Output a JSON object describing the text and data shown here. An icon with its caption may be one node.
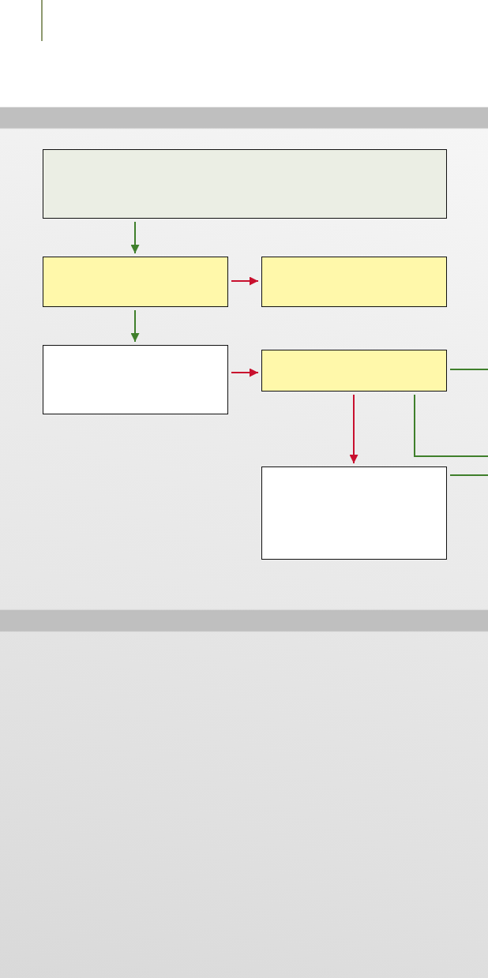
{
  "diagram": {
    "nodes": [
      {
        "text": [],
        "shape": "bar"
      },
      {
        "text": [],
        "shape": "box"
      },
      {
        "text": [],
        "shape": "box"
      },
      {
        "text": [],
        "shape": "box"
      },
      {
        "text": [],
        "shape": "box"
      },
      {
        "text": [],
        "shape": "box"
      },
      {
        "text": [],
        "shape": "box"
      },
      {
        "text": [],
        "shape": "bar"
      }
    ],
    "edges": [
      {
        "from": 1,
        "to": 2,
        "arrow": "to"
      },
      {
        "from": 2,
        "to": 3,
        "arrow": "to",
        "color": "#c8102e"
      },
      {
        "from": 2,
        "to": 4,
        "arrow": "to"
      },
      {
        "from": 4,
        "to": 5,
        "arrow": "to",
        "color": "#c8102e"
      },
      {
        "from": 5,
        "to": 6,
        "arrow": "to",
        "color": "#c8102e"
      },
      {
        "from": 5,
        "to": null,
        "arrow": "none"
      },
      {
        "from": 5,
        "to": null,
        "arrow": "none"
      },
      {
        "from": 6,
        "to": null,
        "arrow": "none"
      }
    ]
  }
}
